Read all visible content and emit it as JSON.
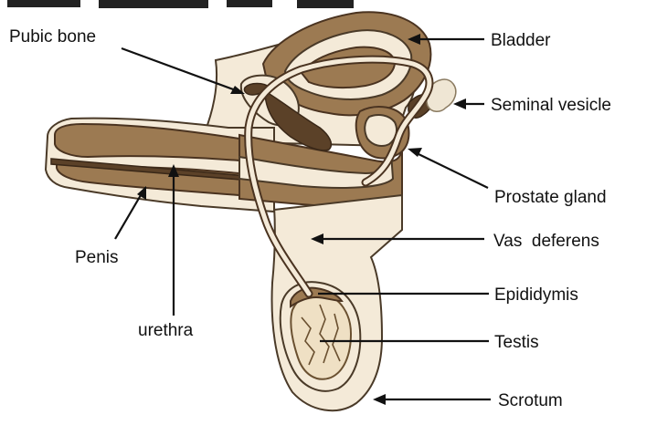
{
  "labels": {
    "pubic_bone": "Pubic bone",
    "bladder": "Bladder",
    "seminal_vesicle": "Seminal vesicle",
    "prostate_gland": "Prostate gland",
    "vas_deferens": "Vas  deferens",
    "penis": "Penis",
    "epididymis": "Epididymis",
    "urethra": "urethra",
    "testis": "Testis",
    "scrotum": "Scrotum"
  },
  "colors": {
    "skin": "#f4ead8",
    "tissue": "#9c7a52",
    "dark_tissue": "#5b4128",
    "outline": "#4a3320",
    "label_text": "#111111"
  }
}
